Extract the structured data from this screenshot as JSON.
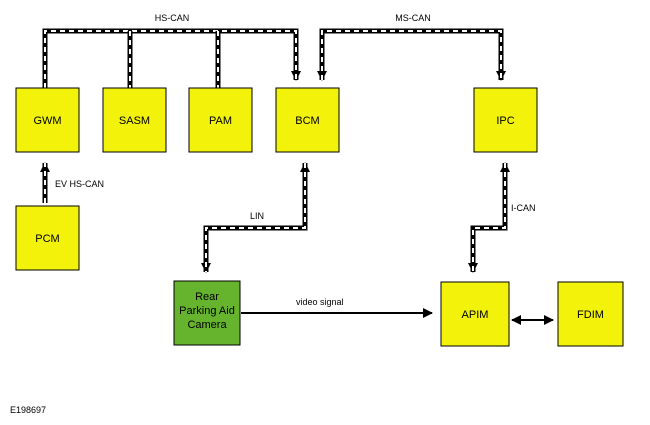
{
  "colors": {
    "module_fill": "#f2f20a",
    "camera_fill": "#66b32e",
    "stroke": "#000000",
    "bus_dash": "#ffffff"
  },
  "modules": {
    "gwm": "GWM",
    "sasm": "SASM",
    "pam": "PAM",
    "bcm": "BCM",
    "ipc": "IPC",
    "pcm": "PCM",
    "camera": [
      "Rear",
      "Parking Aid",
      "Camera"
    ],
    "apim": "APIM",
    "fdim": "FDIM"
  },
  "buses": {
    "hs_can": "HS-CAN",
    "ms_can": "MS-CAN",
    "ev_hs_can": "EV HS-CAN",
    "lin": "LIN",
    "i_can": "I-CAN",
    "video": "video signal"
  },
  "figure_id": "E198697"
}
